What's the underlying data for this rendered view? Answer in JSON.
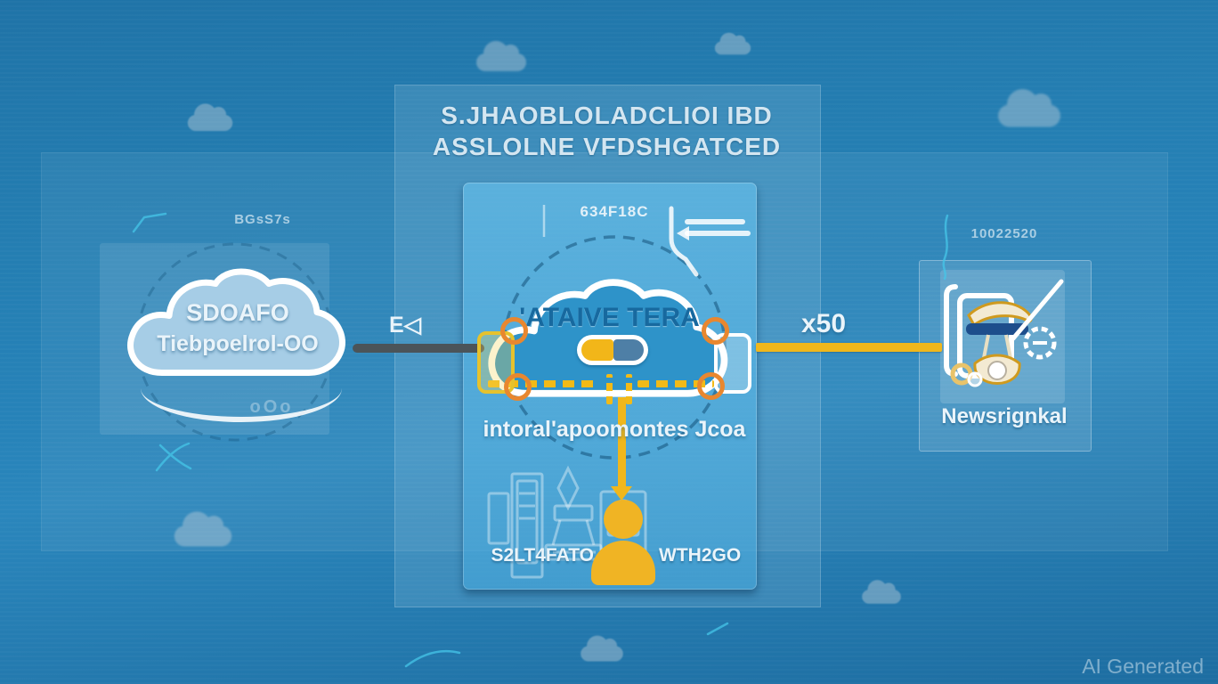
{
  "title": {
    "line1": "S.JHAOBLOLADCLIOI IBD",
    "line2": "ASSLOLNE VFDSHGATCED"
  },
  "left_node": {
    "top_label": "BGsS7s",
    "cloud_line1": "SDOAFO",
    "cloud_line2": "Tiebpoelrol-OO",
    "bottom_label": "oOo"
  },
  "flow": {
    "left_arrow_label": "E◁",
    "right_arrow_label": "x50"
  },
  "center_node": {
    "top_label": "634F18C",
    "cloud_title": "'ATAIVE TERA",
    "subtitle": "intoral'apoomontes Jcoa",
    "footer_left": "S2LT4FATO",
    "footer_right": "WTH2GO"
  },
  "right_node": {
    "top_label": "10022520",
    "caption": "Newsrignkal"
  },
  "watermark": "AI Generated",
  "colors": {
    "background_blue": "#2278ac",
    "accent_yellow": "#f2b619",
    "accent_orange": "#e8872f",
    "connector_gray": "#4b5459",
    "cloud_text_blue": "#17699f",
    "capsule_right_blue": "#4e7fa6",
    "icon_bar_blue": "#1d4e8c"
  },
  "icons": [
    "cloud-icon",
    "person-icon",
    "gear-icon",
    "pencil-icon",
    "capsule-progress",
    "machine-icons",
    "bracket-lines-icon",
    "document-tool-icon",
    "orange-node-icon"
  ]
}
